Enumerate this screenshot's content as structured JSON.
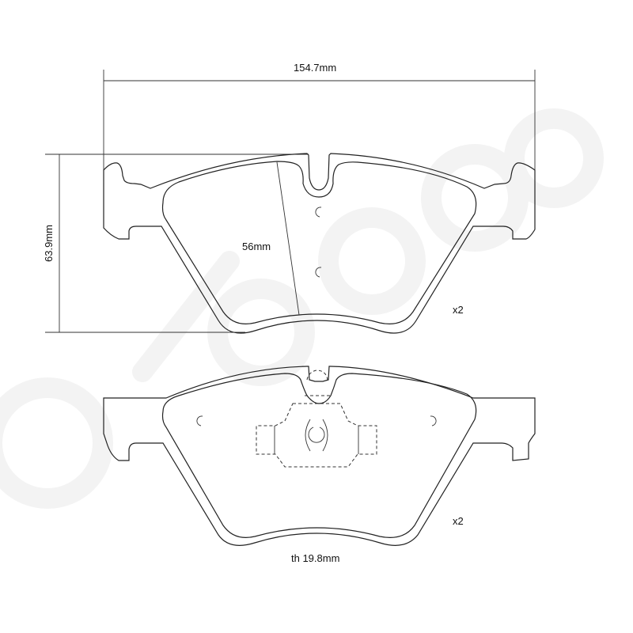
{
  "watermark": "brembo",
  "dimensions": {
    "width": "154.7mm",
    "height": "63.9mm",
    "friction_height": "56mm",
    "thickness": "th 19.8mm"
  },
  "quantities": {
    "top_pad": "x2",
    "bottom_pad": "x2"
  }
}
